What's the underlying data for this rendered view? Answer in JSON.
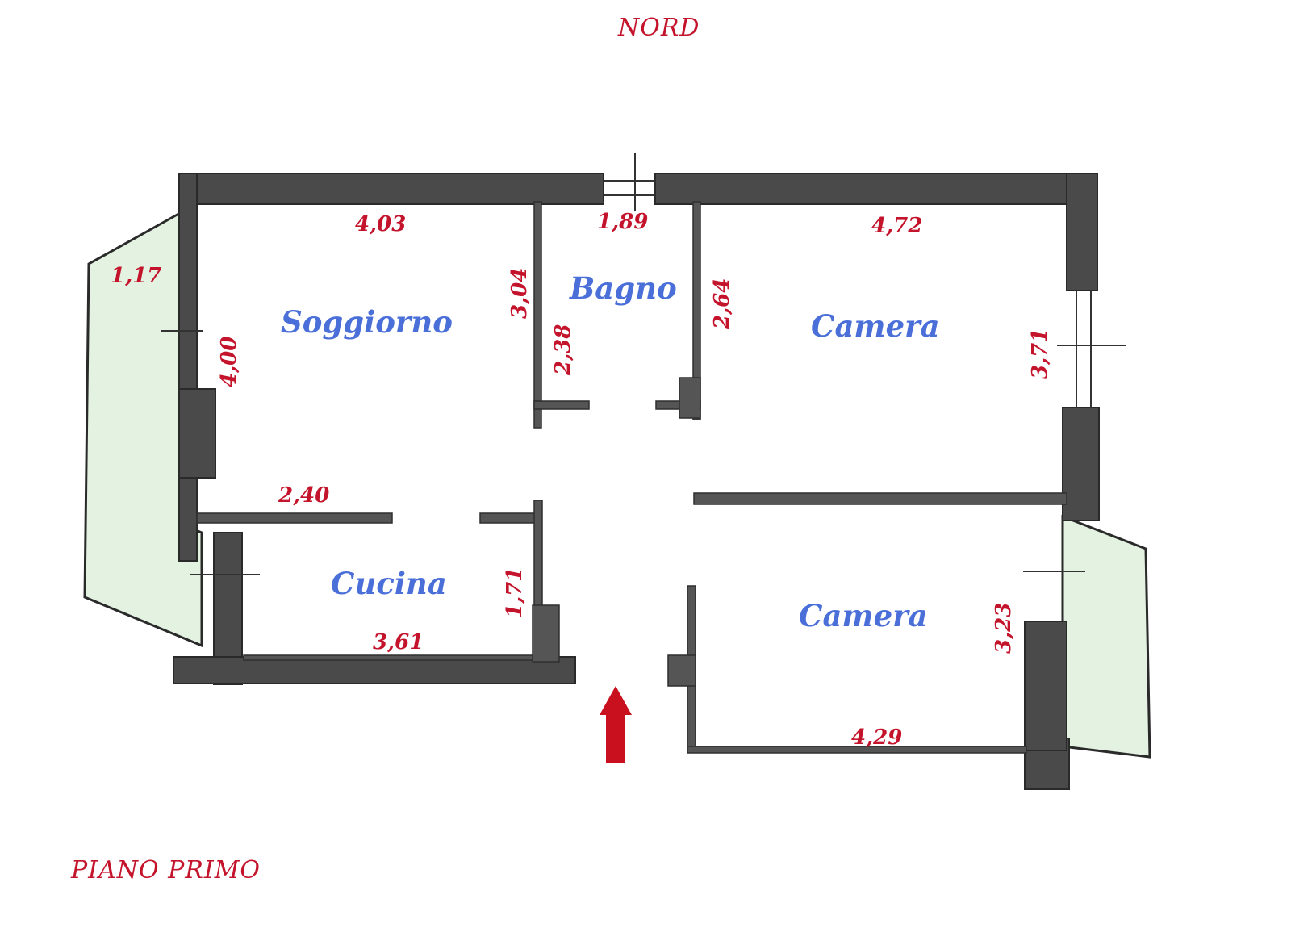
{
  "header": {
    "north": "NORD"
  },
  "footer": {
    "floor": "PIANO PRIMO"
  },
  "rooms": {
    "soggiorno": "Soggiorno",
    "bagno": "Bagno",
    "camera_top": "Camera",
    "cucina": "Cucina",
    "camera_bottom": "Camera"
  },
  "dimensions": {
    "soggiorno_width": "4,03",
    "balcony_width": "1,17",
    "soggiorno_depth": "4,00",
    "bagno_width": "1,89",
    "bagno_depth": "3,04",
    "bagno_inner": "2,38",
    "camera_top_depth_left": "2,64",
    "camera_top_width": "4,72",
    "camera_top_depth": "3,71",
    "hall_wall": "2,40",
    "cucina_depth": "1,71",
    "cucina_width": "3,61",
    "camera_bottom_depth": "3,23",
    "camera_bottom_width": "4,29"
  },
  "colors": {
    "dimension": "#c4142c",
    "room_label": "#4a6fd8",
    "wall": "#4a4a4a",
    "balcony": "#e3f2e1",
    "entrance_arrow": "#c8101e"
  },
  "icons": {
    "entrance": "arrow-up-icon"
  }
}
